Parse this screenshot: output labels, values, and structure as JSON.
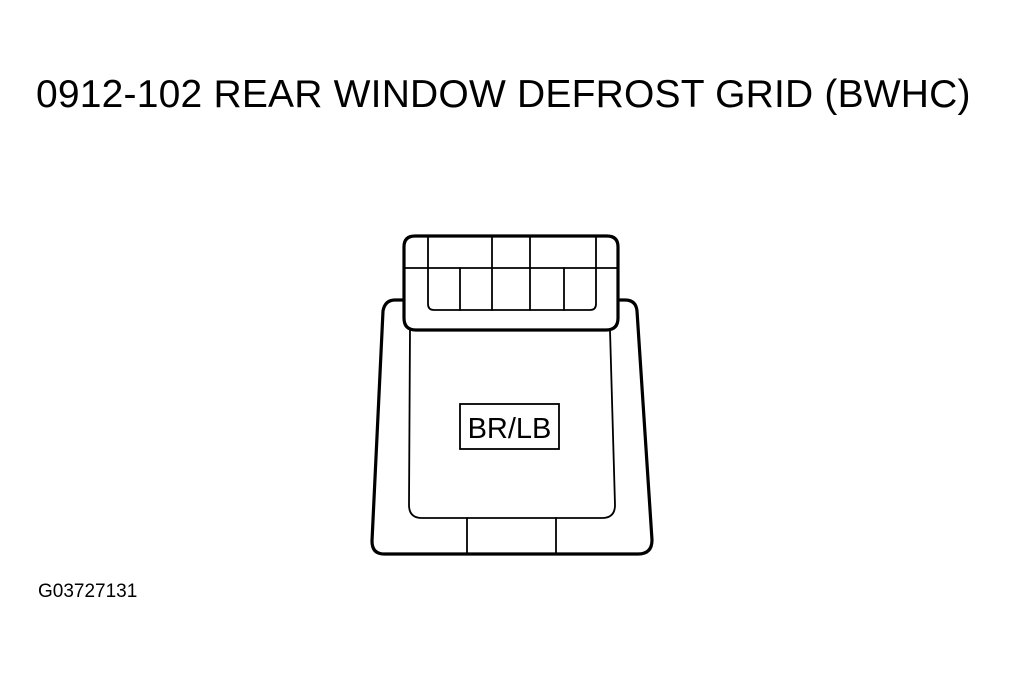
{
  "title": "0912-102 REAR WINDOW DEFROST GRID (BWHC)",
  "connector": {
    "wire_label": "BR/LB"
  },
  "figure_id": "G03727131"
}
